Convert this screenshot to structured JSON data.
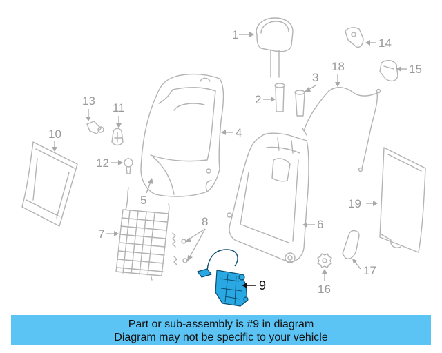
{
  "diagram": {
    "callouts": {
      "c1": "1",
      "c2": "2",
      "c3": "3",
      "c4": "4",
      "c5": "5",
      "c6": "6",
      "c7": "7",
      "c8": "8",
      "c9": "9",
      "c10": "10",
      "c11": "11",
      "c12": "12",
      "c13": "13",
      "c14": "14",
      "c15": "15",
      "c16": "16",
      "c17": "17",
      "c18": "18",
      "c19": "19"
    },
    "highlighted_part": "9",
    "colors": {
      "highlight_fill": "#2aa8e3",
      "highlight_outline": "#0c4f6f",
      "line_art": "#b3b3b3",
      "banner_background": "#5bc4f5"
    }
  },
  "banner": {
    "line1": "Part or sub-assembly is #9 in diagram",
    "line2": "Diagram may not be specific to your vehicle"
  }
}
